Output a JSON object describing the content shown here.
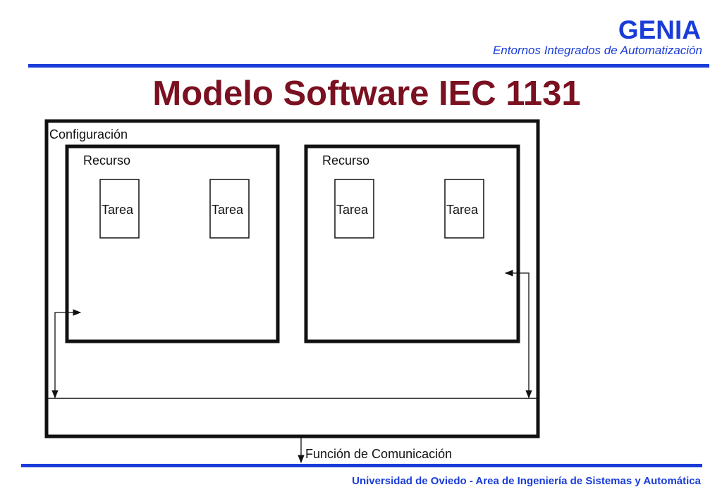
{
  "header": {
    "brand": "GENIA",
    "subtitle": "Entornos Integrados de Automatización"
  },
  "title": "Modelo Software IEC 1131",
  "diagram": {
    "configuration_label": "Configuración",
    "resources": [
      {
        "label": "Recurso",
        "tasks": [
          "Tarea",
          "Tarea"
        ]
      },
      {
        "label": "Recurso",
        "tasks": [
          "Tarea",
          "Tarea"
        ]
      }
    ],
    "communication_label": "Función de Comunicación"
  },
  "footer": "Universidad de Oviedo - Area de Ingeniería de Sistemas y Automática",
  "colors": {
    "accent": "#1a3cd8",
    "title": "#7a1020",
    "ink": "#111111"
  }
}
